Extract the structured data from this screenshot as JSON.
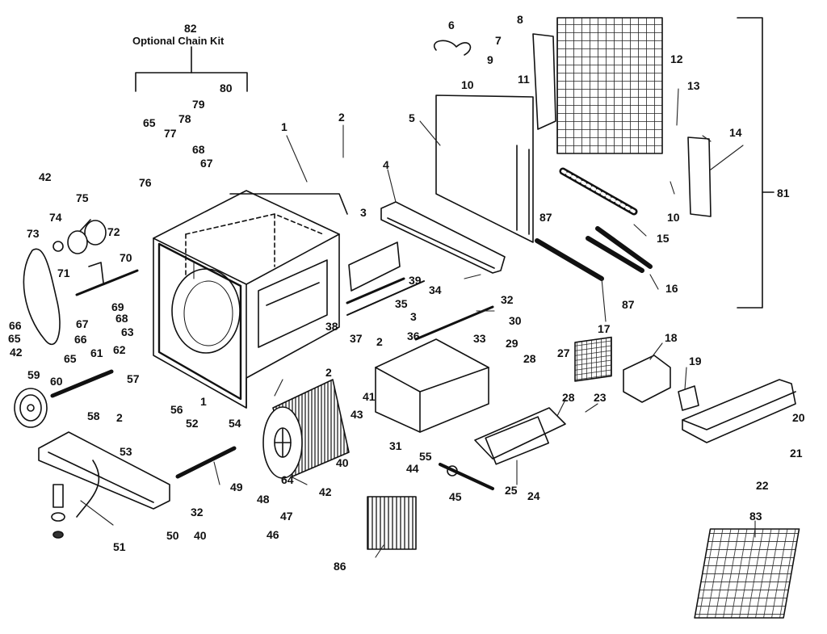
{
  "kit_number": "82",
  "kit_title": "Optional Chain Kit",
  "assembly_number": "81",
  "parts": [
    {
      "id": "p1a",
      "num": "1"
    },
    {
      "id": "p1b",
      "num": "1"
    },
    {
      "id": "p2a",
      "num": "2"
    },
    {
      "id": "p2b",
      "num": "2"
    },
    {
      "id": "p2c",
      "num": "2"
    },
    {
      "id": "p2d",
      "num": "2"
    },
    {
      "id": "p3a",
      "num": "3"
    },
    {
      "id": "p3b",
      "num": "3"
    },
    {
      "id": "p4",
      "num": "4"
    },
    {
      "id": "p5",
      "num": "5"
    },
    {
      "id": "p6",
      "num": "6"
    },
    {
      "id": "p7",
      "num": "7"
    },
    {
      "id": "p8",
      "num": "8"
    },
    {
      "id": "p9",
      "num": "9"
    },
    {
      "id": "p10a",
      "num": "10"
    },
    {
      "id": "p10b",
      "num": "10"
    },
    {
      "id": "p11",
      "num": "11"
    },
    {
      "id": "p12",
      "num": "12"
    },
    {
      "id": "p13",
      "num": "13"
    },
    {
      "id": "p14",
      "num": "14"
    },
    {
      "id": "p15",
      "num": "15"
    },
    {
      "id": "p16",
      "num": "16"
    },
    {
      "id": "p17",
      "num": "17"
    },
    {
      "id": "p18",
      "num": "18"
    },
    {
      "id": "p19",
      "num": "19"
    },
    {
      "id": "p20",
      "num": "20"
    },
    {
      "id": "p21",
      "num": "21"
    },
    {
      "id": "p22",
      "num": "22"
    },
    {
      "id": "p23",
      "num": "23"
    },
    {
      "id": "p24",
      "num": "24"
    },
    {
      "id": "p25",
      "num": "25"
    },
    {
      "id": "p27",
      "num": "27"
    },
    {
      "id": "p28a",
      "num": "28"
    },
    {
      "id": "p28b",
      "num": "28"
    },
    {
      "id": "p29",
      "num": "29"
    },
    {
      "id": "p30",
      "num": "30"
    },
    {
      "id": "p31",
      "num": "31"
    },
    {
      "id": "p32a",
      "num": "32"
    },
    {
      "id": "p32b",
      "num": "32"
    },
    {
      "id": "p33",
      "num": "33"
    },
    {
      "id": "p34",
      "num": "34"
    },
    {
      "id": "p35",
      "num": "35"
    },
    {
      "id": "p36",
      "num": "36"
    },
    {
      "id": "p37",
      "num": "37"
    },
    {
      "id": "p38",
      "num": "38"
    },
    {
      "id": "p39",
      "num": "39"
    },
    {
      "id": "p40a",
      "num": "40"
    },
    {
      "id": "p40b",
      "num": "40"
    },
    {
      "id": "p41",
      "num": "41"
    },
    {
      "id": "p42a",
      "num": "42"
    },
    {
      "id": "p42b",
      "num": "42"
    },
    {
      "id": "p42c",
      "num": "42"
    },
    {
      "id": "p43",
      "num": "43"
    },
    {
      "id": "p44",
      "num": "44"
    },
    {
      "id": "p45",
      "num": "45"
    },
    {
      "id": "p47",
      "num": "47"
    },
    {
      "id": "p48",
      "num": "48"
    },
    {
      "id": "p46",
      "num": "46"
    },
    {
      "id": "p49",
      "num": "49"
    },
    {
      "id": "p50",
      "num": "50"
    },
    {
      "id": "p51",
      "num": "51"
    },
    {
      "id": "p52",
      "num": "52"
    },
    {
      "id": "p53",
      "num": "53"
    },
    {
      "id": "p54",
      "num": "54"
    },
    {
      "id": "p55",
      "num": "55"
    },
    {
      "id": "p56",
      "num": "56"
    },
    {
      "id": "p57",
      "num": "57"
    },
    {
      "id": "p58",
      "num": "58"
    },
    {
      "id": "p59",
      "num": "59"
    },
    {
      "id": "p60",
      "num": "60"
    },
    {
      "id": "p61",
      "num": "61"
    },
    {
      "id": "p62",
      "num": "62"
    },
    {
      "id": "p63",
      "num": "63"
    },
    {
      "id": "p64",
      "num": "64"
    },
    {
      "id": "p65a",
      "num": "65"
    },
    {
      "id": "p65b",
      "num": "65"
    },
    {
      "id": "p65c",
      "num": "65"
    },
    {
      "id": "p66a",
      "num": "66"
    },
    {
      "id": "p66b",
      "num": "66"
    },
    {
      "id": "p67a",
      "num": "67"
    },
    {
      "id": "p67b",
      "num": "67"
    },
    {
      "id": "p68a",
      "num": "68"
    },
    {
      "id": "p68b",
      "num": "68"
    },
    {
      "id": "p69",
      "num": "69"
    },
    {
      "id": "p70",
      "num": "70"
    },
    {
      "id": "p71",
      "num": "71"
    },
    {
      "id": "p72",
      "num": "72"
    },
    {
      "id": "p73",
      "num": "73"
    },
    {
      "id": "p74",
      "num": "74"
    },
    {
      "id": "p75",
      "num": "75"
    },
    {
      "id": "p76",
      "num": "76"
    },
    {
      "id": "p77",
      "num": "77"
    },
    {
      "id": "p78",
      "num": "78"
    },
    {
      "id": "p79",
      "num": "79"
    },
    {
      "id": "p80",
      "num": "80"
    },
    {
      "id": "p83",
      "num": "83"
    },
    {
      "id": "p86",
      "num": "86"
    },
    {
      "id": "p87a",
      "num": "87"
    },
    {
      "id": "p87b",
      "num": "87"
    }
  ]
}
